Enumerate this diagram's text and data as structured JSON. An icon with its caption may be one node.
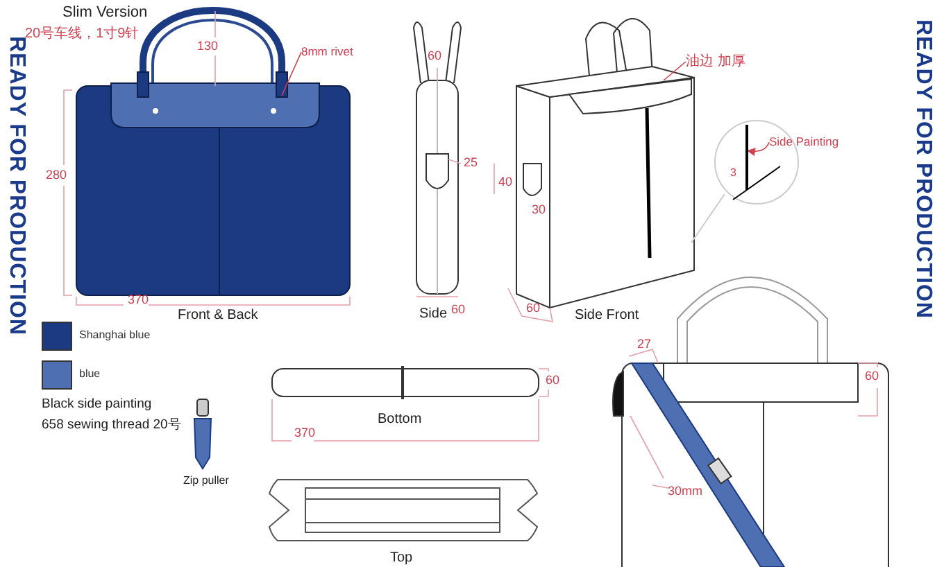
{
  "diagram": {
    "nodes": [
      {
        "text": [
          "8mm rivet"
        ]
      },
      {
        "text": [
          "油边 加厚"
        ]
      },
      {
        "text": [
          "Side Painting"
        ]
      },
      {
        "text": [],
        "shape": "bar"
      }
    ],
    "edges": [
      {
        "from": 0,
        "to": null,
        "arrow": "none"
      },
      {
        "from": 1,
        "to": null,
        "arrow": "none"
      },
      {
        "from": 2,
        "to": 3,
        "arrow": "to"
      }
    ],
    "labels": [
      "Slim Version",
      "20号车线，1寸9针",
      "130",
      "280",
      "370",
      "Front & Back",
      "60",
      "25",
      "Side",
      "60",
      "40",
      "30",
      "60",
      "Side Front",
      "3",
      "Black side painting",
      "658 sewing thread 20号",
      "Zip puller",
      "60",
      "Bottom",
      "370",
      "Top",
      "27",
      "60",
      "30mm",
      "READY FOR PRODUCTION",
      "READY FOR PRODUCTION"
    ],
    "legend": [
      {
        "text": "Shanghai blue",
        "color": "#1c3a82"
      },
      {
        "text": "blue",
        "color": "#4f6fb3"
      }
    ]
  }
}
